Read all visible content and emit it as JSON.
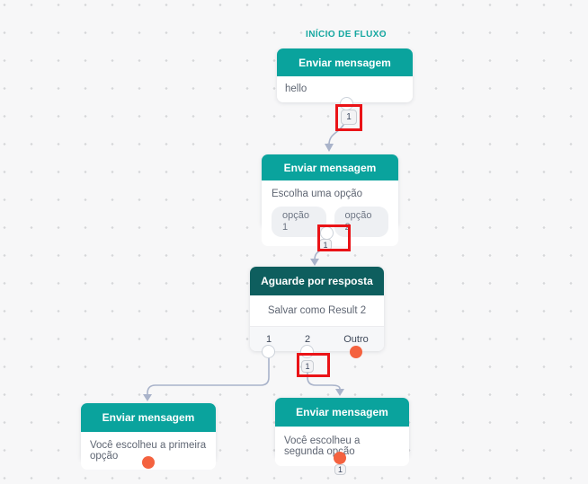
{
  "canvas": {
    "title": "INÍCIO DE FLUXO"
  },
  "nodes": [
    {
      "header": "Enviar mensagem",
      "body": "hello"
    },
    {
      "header": "Enviar mensagem",
      "body": "Escolha uma opção",
      "options": [
        "opção 1",
        "opção 2"
      ]
    },
    {
      "header": "Aguarde por resposta",
      "body": "Salvar como Result 2",
      "outputs": [
        "1",
        "2",
        "Outro"
      ]
    },
    {
      "header": "Enviar mensagem",
      "body": "Você escolheu a primeira opção"
    },
    {
      "header": "Enviar mensagem",
      "body": "Você escolheu a segunda opção"
    }
  ],
  "badges": {
    "after_node1": "1",
    "after_node2": "1",
    "node3_output2": "1",
    "after_node5": "1"
  },
  "colors": {
    "header-teal": "#0aa39d",
    "header-dark-teal": "#0e5e5e",
    "orange-dot": "#f4623f",
    "highlight-red": "#ea1317",
    "connector": "#a9b3ca",
    "accent-text": "#14a7a0"
  }
}
